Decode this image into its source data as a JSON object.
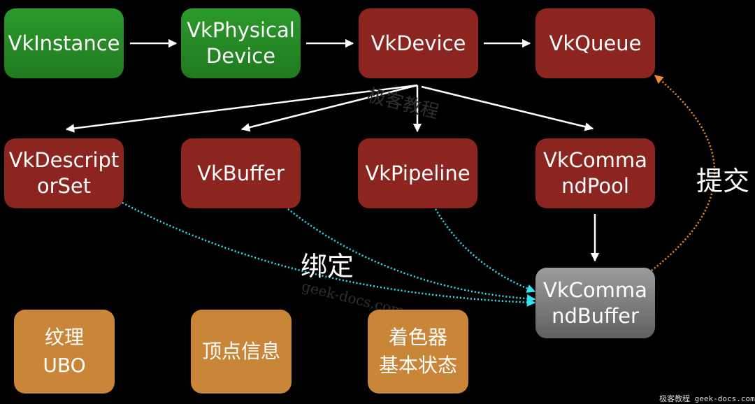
{
  "nodes": {
    "instance": "VkInstance",
    "physical_device": "VkPhysical\nDevice",
    "device": "VkDevice",
    "queue": "VkQueue",
    "descriptor_set": "VkDescript\norSet",
    "buffer": "VkBuffer",
    "pipeline": "VkPipeline",
    "command_pool": "VkComma\nndPool",
    "command_buffer": "VkComma\nndBuffer",
    "texture_ubo": "纹理\nUBO",
    "vertex_info": "顶点信息",
    "shader_state": "着色器\n基本状态"
  },
  "edge_labels": {
    "bind": "绑定",
    "submit": "提交"
  },
  "colors": {
    "arrow": "#ffffff",
    "bind_edge": "#35e0f0",
    "submit_edge": "#f08a30"
  },
  "watermarks": {
    "cn": "极客教程",
    "url": "geek-docs.com",
    "footer": "极客教程 geek-docs.com"
  }
}
